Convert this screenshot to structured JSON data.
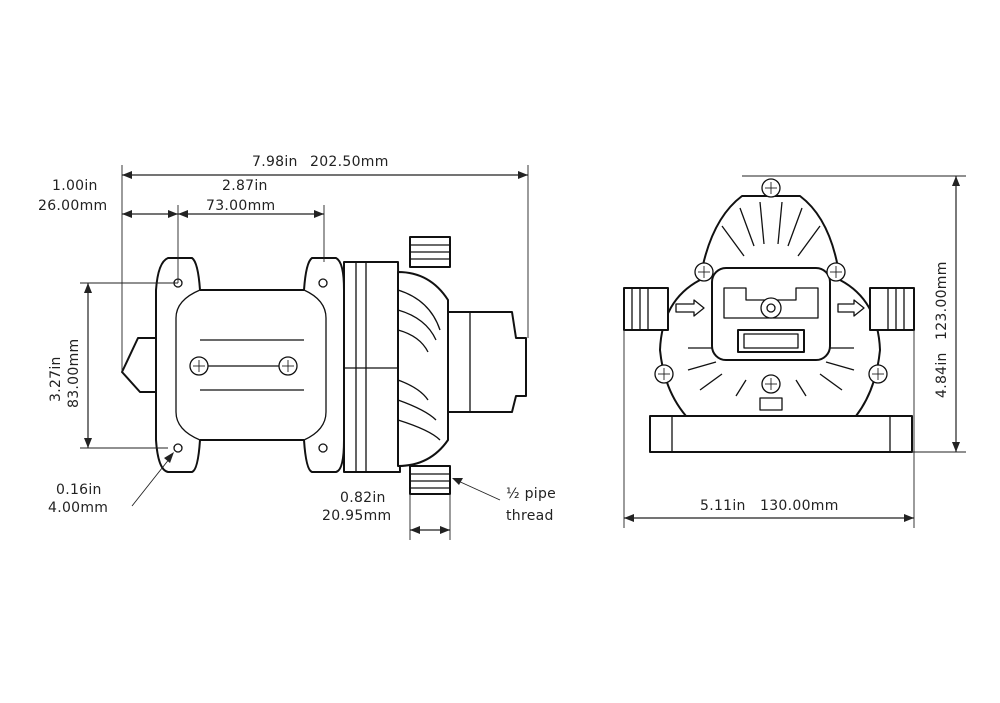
{
  "dimensions": {
    "overall_length": {
      "in": "7.98in",
      "mm": "202.50mm"
    },
    "offset": {
      "in": "1.00in",
      "mm": "26.00mm"
    },
    "hole_spacing": {
      "in": "2.87in",
      "mm": "73.00mm"
    },
    "height_mount": {
      "in": "3.27in",
      "mm": "83.00mm"
    },
    "hole_diameter": {
      "in": "0.16in",
      "mm": "4.00mm"
    },
    "port_width": {
      "in": "0.82in",
      "mm": "20.95mm"
    },
    "thread": {
      "line1": "½ pipe",
      "line2": "thread"
    },
    "front_height": {
      "in": "4.84in",
      "mm": "123.00mm"
    },
    "front_width": {
      "in": "5.11in",
      "mm": "130.00mm"
    }
  }
}
